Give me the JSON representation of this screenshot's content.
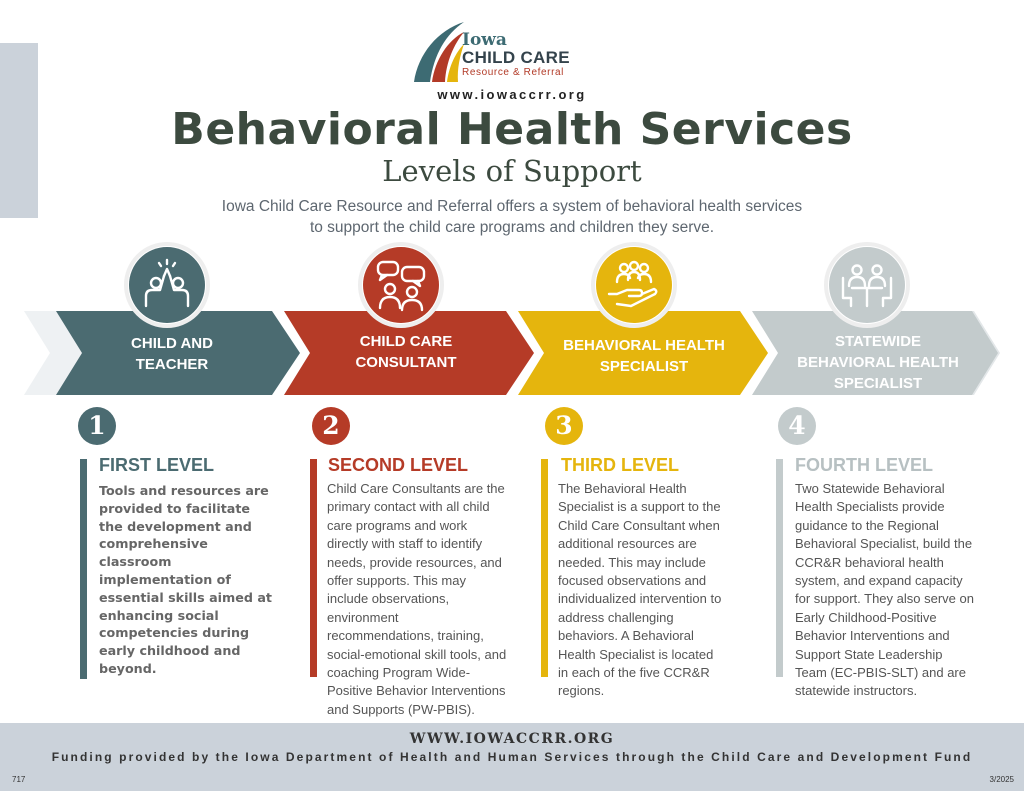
{
  "logo": {
    "line1": "Iowa",
    "line2": "CHILD CARE",
    "line3": "Resource & Referral"
  },
  "website": "www.iowaccrr.org",
  "title": "Behavioral Health Services",
  "subtitle": "Levels of Support",
  "intro": {
    "line1": "Iowa Child Care Resource and Referral offers a system of behavioral health services",
    "line2": "to support the child care programs and children they serve."
  },
  "colors": {
    "teal": "#4b6b71",
    "red": "#b53b27",
    "gold": "#e5b50d",
    "gray": "#c3cbcc"
  },
  "stages": [
    {
      "label_line1": "CHILD AND",
      "label_line2": "TEACHER",
      "icon": "high-five-icon",
      "color": "#4b6b71"
    },
    {
      "label_line1": "CHILD CARE",
      "label_line2": "CONSULTANT",
      "icon": "conversation-icon",
      "color": "#b53b27"
    },
    {
      "label_line1": "BEHAVIORAL HEALTH",
      "label_line2": "SPECIALIST",
      "icon": "support-hand-icon",
      "color": "#e5b50d"
    },
    {
      "label_line1": "STATEWIDE",
      "label_line2": "BEHAVIORAL HEALTH",
      "label_line3": "SPECIALIST",
      "icon": "meeting-table-icon",
      "color": "#c3cbcc"
    }
  ],
  "levels": [
    {
      "number": "1",
      "heading": "FIRST LEVEL",
      "lines": [
        "Tools and resources are",
        "provided to facilitate",
        "the development and",
        "comprehensive",
        "classroom",
        "implementation of",
        "essential skills aimed at",
        "enhancing social",
        "competencies during",
        "early childhood and",
        "beyond."
      ]
    },
    {
      "number": "2",
      "heading": "SECOND LEVEL",
      "lines": [
        "Child Care Consultants are the",
        "primary contact with all child",
        "care programs and work",
        "directly with staff to identify",
        "needs, provide resources, and",
        "offer supports. This may",
        "include observations,",
        "environment",
        "recommendations, training,",
        "social-emotional skill tools, and",
        "coaching Program Wide-",
        "Positive Behavior Interventions",
        "and Supports (PW-PBIS)."
      ]
    },
    {
      "number": "3",
      "heading": "THIRD LEVEL",
      "lines": [
        "The Behavioral Health",
        "Specialist is a support to the",
        "Child Care Consultant when",
        "additional resources are",
        "needed. This may include",
        "focused observations and",
        "individualized intervention to",
        "address challenging",
        "behaviors. A Behavioral",
        "Health Specialist is located",
        "in each of the five CCR&R",
        "regions."
      ]
    },
    {
      "number": "4",
      "heading": "FOURTH LEVEL",
      "lines": [
        "Two Statewide Behavioral",
        "Health Specialists provide",
        "guidance to the Regional",
        "Behavioral Specialist, build the",
        "CCR&R behavioral health",
        "system, and expand capacity",
        "for support. They also serve on",
        "Early Childhood-Positive",
        "Behavior Interventions and",
        "Support State Leadership",
        "Team (EC-PBIS-SLT) and are",
        "statewide instructors."
      ]
    }
  ],
  "footer": {
    "url": "WWW.IOWACCRR.ORG",
    "funding": "Funding provided by the Iowa Department of Health and Human Services through the Child Care and Development Fund",
    "left_code": "717",
    "date": "3/2025"
  }
}
